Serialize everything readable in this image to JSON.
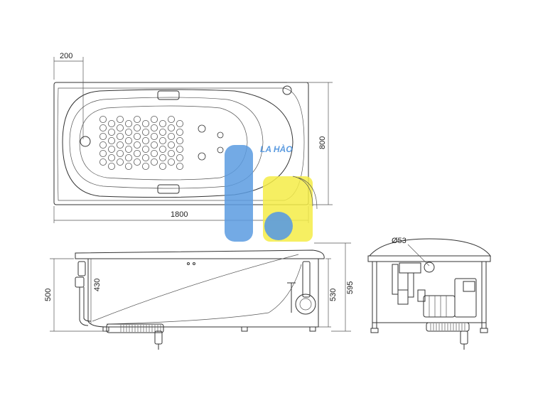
{
  "dimensions": {
    "offset_200": "200",
    "width_800": "800",
    "length_1800": "1800",
    "height_500": "500",
    "height_430": "430",
    "height_530": "530",
    "height_595": "595",
    "diameter_53": "Ø53"
  },
  "watermark": {
    "text": "LA HÀO",
    "blue": "#5b9be0",
    "yellow": "#f4ec46"
  },
  "colors": {
    "line": "#333333",
    "background": "#ffffff"
  }
}
